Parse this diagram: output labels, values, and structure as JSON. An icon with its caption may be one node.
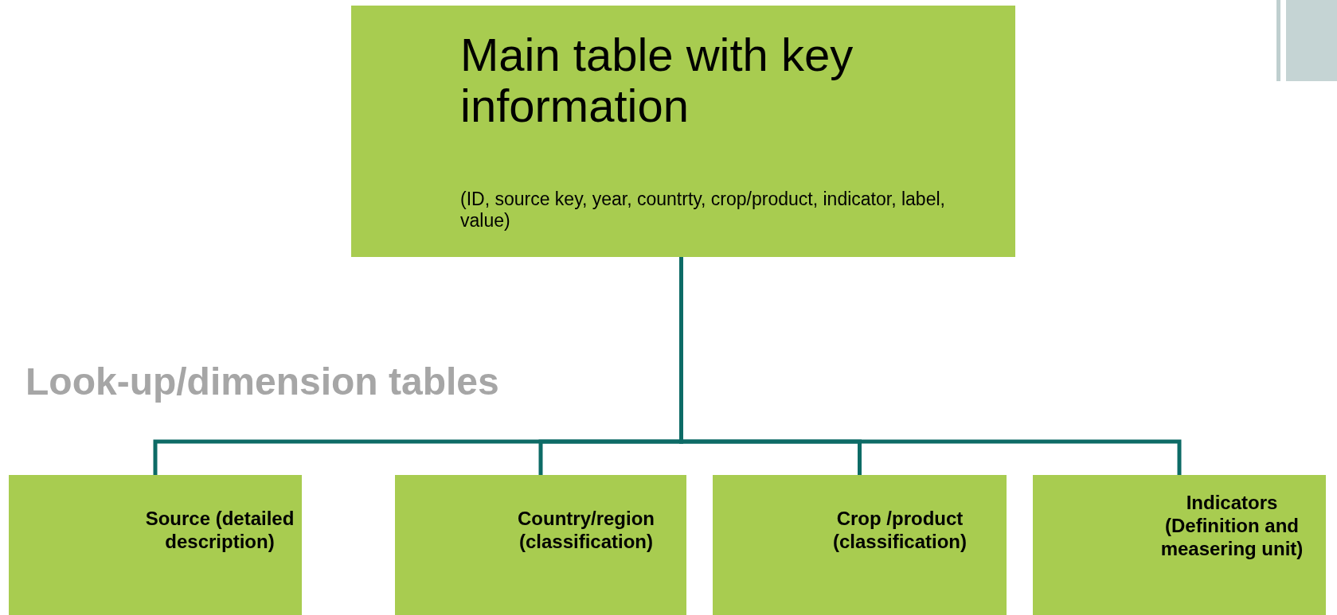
{
  "diagram": {
    "nodes": [
      {
        "text": [
          "Main table with key information",
          "(ID, source key, year, countrty, crop/product, indicator, label, value)"
        ]
      },
      {
        "text": [
          "Source (detailed description)"
        ]
      },
      {
        "text": [
          "Country/region (classification)"
        ]
      },
      {
        "text": [
          "Crop /product (classification)"
        ]
      },
      {
        "text": [
          "Indicators (Definition and measering unit)"
        ]
      }
    ],
    "edges": [
      {
        "from": 0,
        "to": 1,
        "arrow": "none"
      },
      {
        "from": 0,
        "to": 2,
        "arrow": "none"
      },
      {
        "from": 0,
        "to": 3,
        "arrow": "none"
      },
      {
        "from": 0,
        "to": 4,
        "arrow": "none"
      }
    ],
    "labels": [
      "Look-up/dimension tables"
    ]
  }
}
